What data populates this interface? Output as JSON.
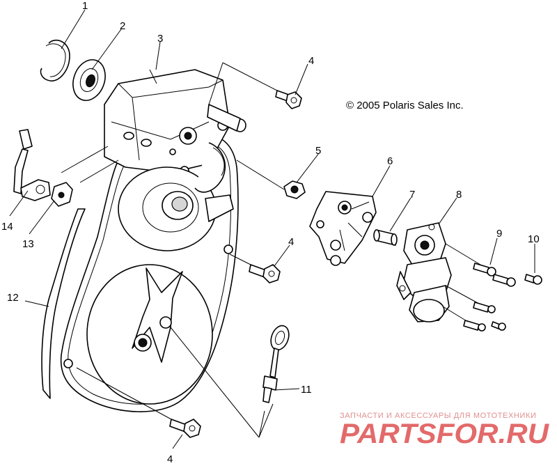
{
  "copyright": "© 2005 Polaris Sales Inc.",
  "callouts": {
    "c1": "1",
    "c2": "2",
    "c3": "3",
    "c4a": "4",
    "c4b": "4",
    "c4c": "4",
    "c5": "5",
    "c6": "6",
    "c7": "7",
    "c8": "8",
    "c9": "9",
    "c10": "10",
    "c11": "11",
    "c12": "12",
    "c13": "13",
    "c14": "14"
  },
  "watermark": {
    "tagline": "ЗАПЧАСТИ И АКСЕССУАРЫ ДЛЯ МОТОТЕХНИКИ",
    "logo": "PARTSFOR.RU"
  }
}
